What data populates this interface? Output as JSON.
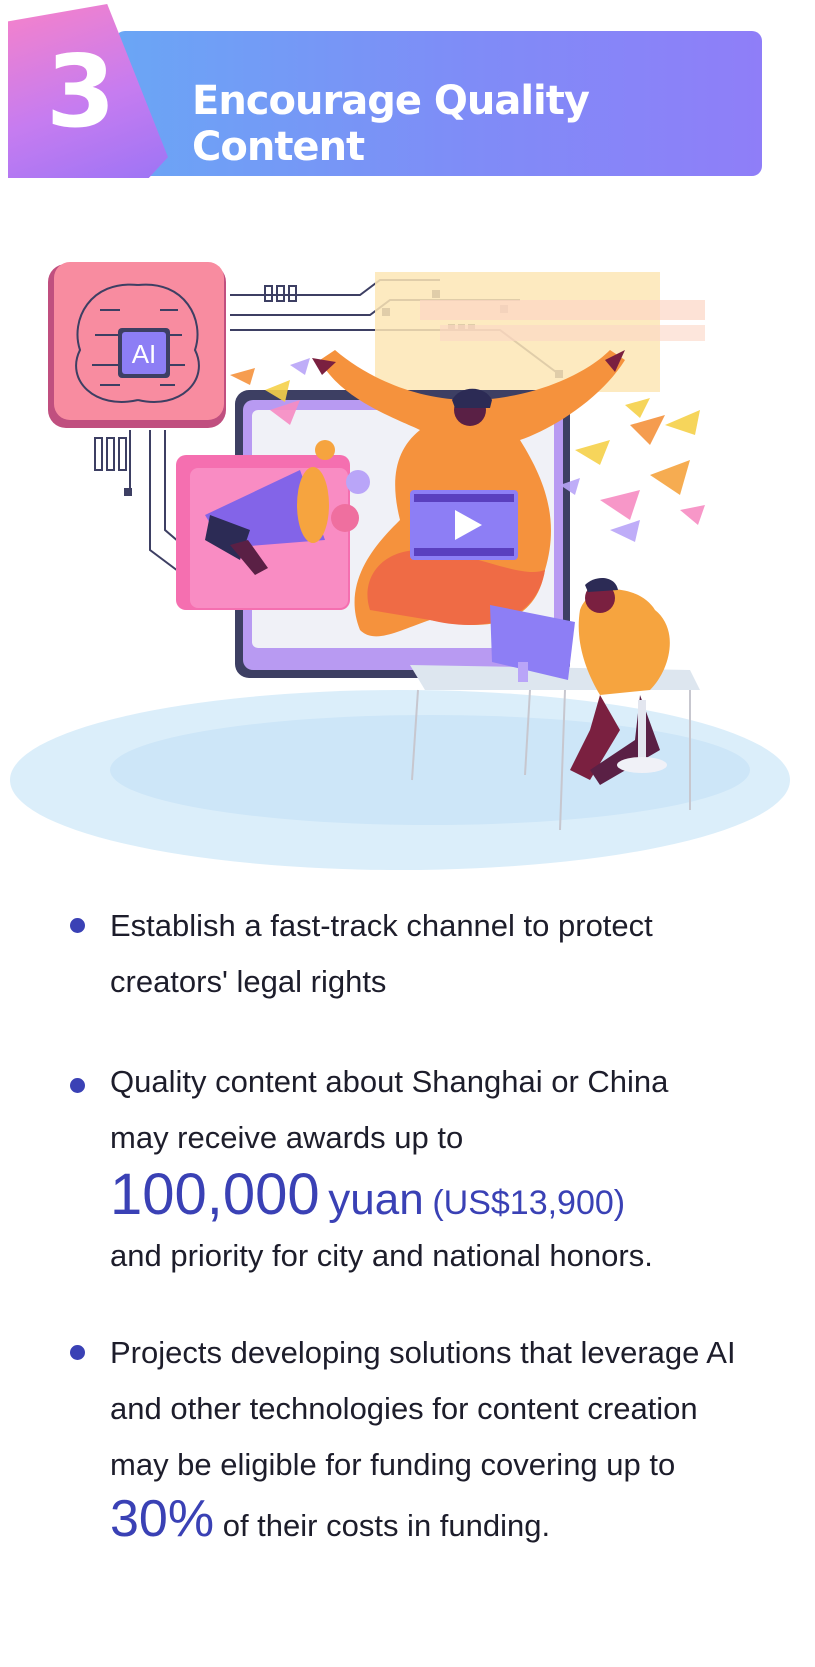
{
  "header": {
    "number": "3",
    "title": "Encourage Quality Content"
  },
  "illustration": {
    "ai_label": "AI"
  },
  "bullets": [
    {
      "line1": "Establish a fast-track channel to protect",
      "line2": "creators' legal rights"
    },
    {
      "line1": "Quality content about Shanghai or China",
      "line2": "may receive awards up to",
      "amount": "100,000",
      "currency": "yuan",
      "usd": "(US$13,900)",
      "line4": "and priority for city and national honors."
    },
    {
      "line1": "Projects developing solutions that leverage AI",
      "line2": "and other technologies for content creation",
      "line3": "may be eligible for funding covering up to",
      "percent": "30%",
      "tail": "of their costs in funding."
    }
  ],
  "colors": {
    "accent": "#3a41b5",
    "header_blue": "#7f8cf7",
    "badge_pink": "#f782c9"
  }
}
